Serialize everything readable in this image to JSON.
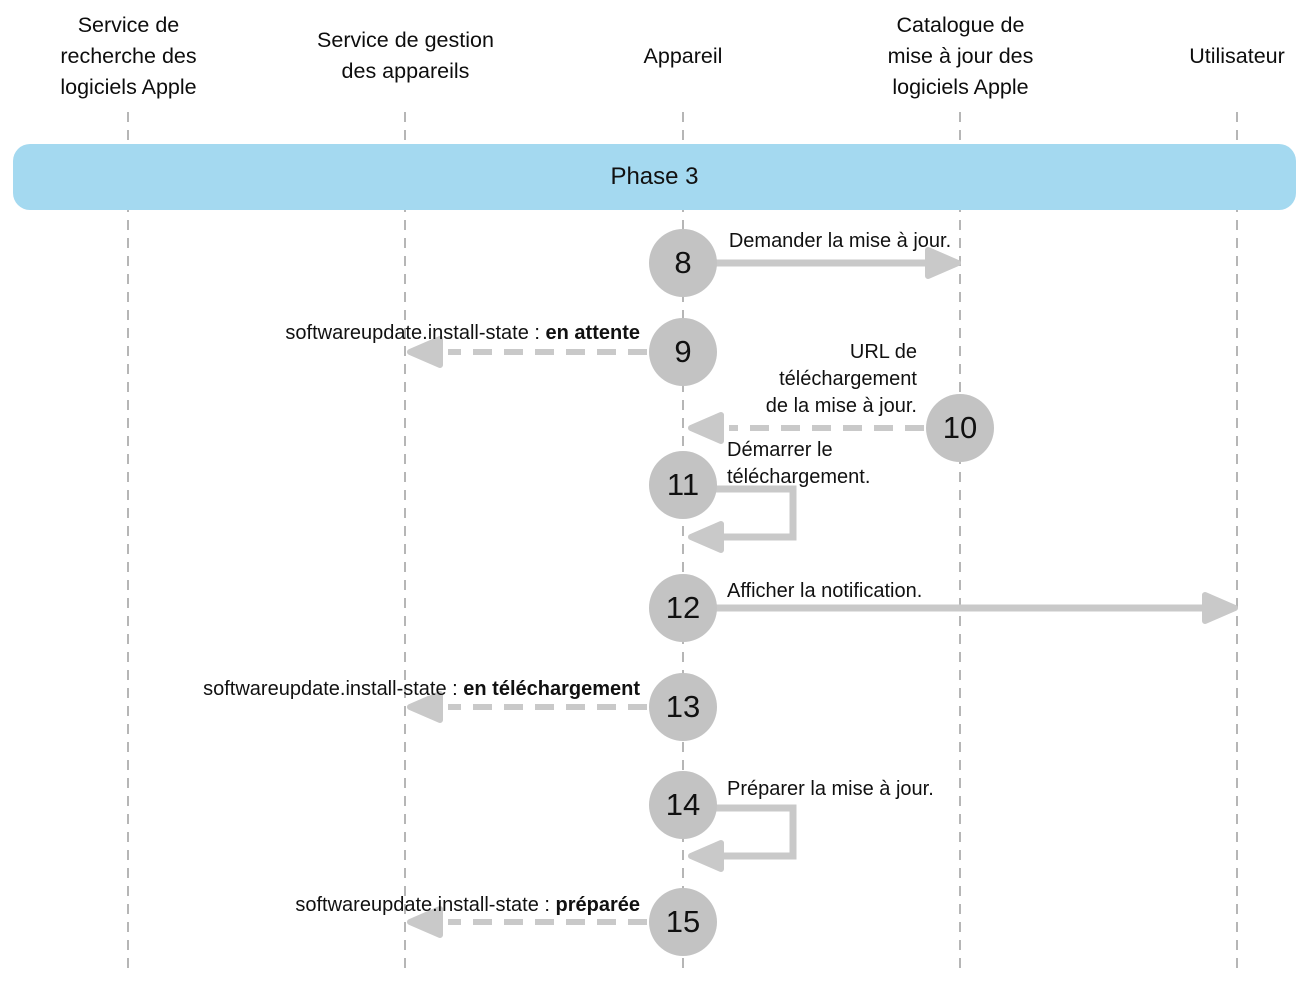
{
  "banner": {
    "label": "Phase 3"
  },
  "actors": [
    {
      "label": "Service de recherche des logiciels Apple",
      "lines": [
        "Service de",
        "recherche des",
        "logiciels Apple"
      ]
    },
    {
      "label": "Service de gestion des appareils",
      "lines": [
        "Service de gestion",
        "des appareils"
      ]
    },
    {
      "label": "Appareil",
      "lines": [
        "Appareil"
      ]
    },
    {
      "label": "Catalogue de mise à jour des logiciels Apple",
      "lines": [
        "Catalogue de",
        "mise à jour des",
        "logiciels Apple"
      ]
    },
    {
      "label": "Utilisateur",
      "lines": [
        "Utilisateur"
      ]
    }
  ],
  "steps": [
    {
      "number": "8",
      "label": "Demander la mise à jour."
    },
    {
      "number": "9",
      "label_prefix": "softwareupdate.install-state : ",
      "label_bold": "en attente"
    },
    {
      "number": "10",
      "lines": [
        "URL de",
        "téléchargement",
        "de la mise à jour."
      ]
    },
    {
      "number": "11",
      "lines": [
        "Démarrer le",
        "téléchargement."
      ]
    },
    {
      "number": "12",
      "label": "Afficher la notification."
    },
    {
      "number": "13",
      "label_prefix": "softwareupdate.install-state : ",
      "label_bold": "en téléchargement"
    },
    {
      "number": "14",
      "label": "Préparer la mise à jour."
    },
    {
      "number": "15",
      "label_prefix": "softwareupdate.install-state : ",
      "label_bold": "préparée"
    }
  ],
  "colors": {
    "banner": "#A4D9F0",
    "circle": "#C3C3C3",
    "arrow": "#C9C9C9",
    "lifeline": "#B6B6B6"
  }
}
